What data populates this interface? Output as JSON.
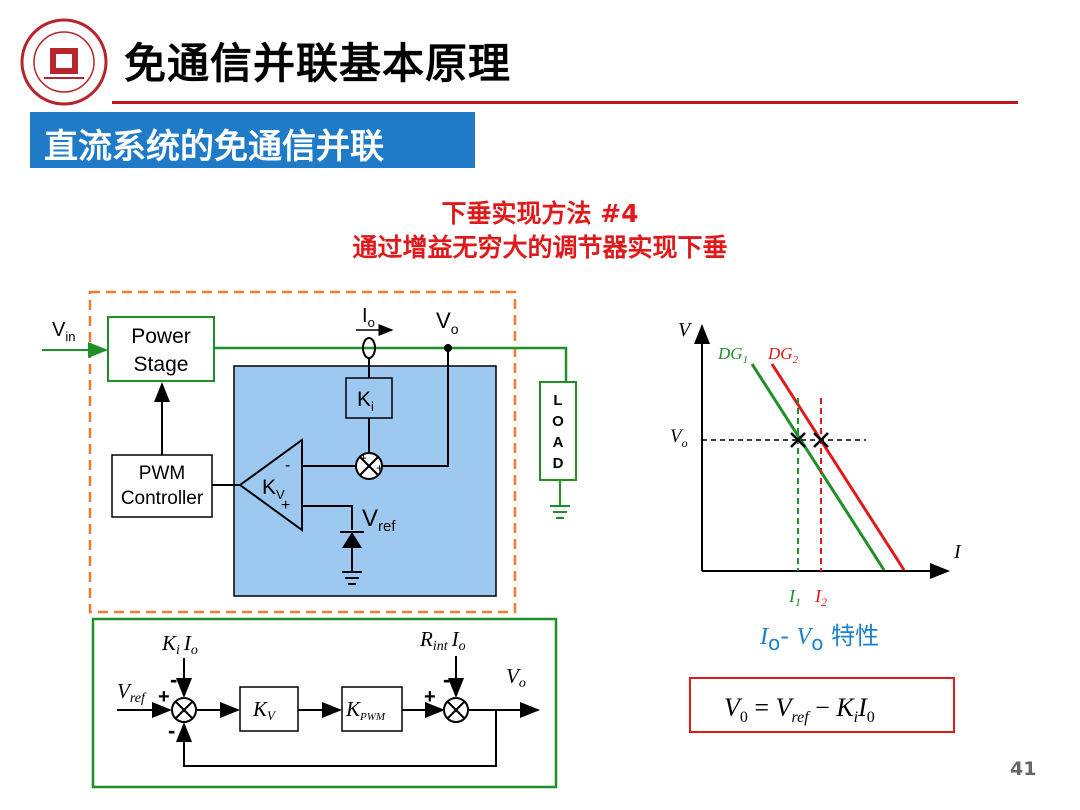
{
  "header": {
    "title": "免通信并联基本原理",
    "section": "直流系统的免通信并联"
  },
  "headline": {
    "line1": "下垂实现方法 #4",
    "line2": "通过增益无穷大的调节器实现下垂"
  },
  "colors": {
    "accent_red": "#e0191b",
    "banner_blue": "#1f7ac8",
    "control_fill": "#9dc8ef",
    "green": "#1f8f2a",
    "dashed_orange": "#ed7d31"
  },
  "circuit": {
    "vin": "V",
    "vin_sub": "in",
    "io": "I",
    "io_sub": "o",
    "vo": "V",
    "vo_sub": "o",
    "power_stage": [
      "Power",
      "Stage"
    ],
    "pwm_controller": [
      "PWM",
      "Controller"
    ],
    "ki": "K",
    "ki_sub": "i",
    "kv": "K",
    "kv_sub": "V",
    "vref": "V",
    "vref_sub": "ref",
    "load": [
      "L",
      "O",
      "A",
      "D"
    ],
    "minus": "-",
    "plus": "+"
  },
  "block_diagram": {
    "ki_io": "K",
    "ki_io_sub": "i",
    "ki_io_i": "I",
    "ki_io_isub": "o",
    "rint_io": "R",
    "rint_sub": "int",
    "rint_i": "I",
    "rint_isub": "o",
    "vref": "V",
    "vref_sub": "ref",
    "vo": "V",
    "vo_sub": "o",
    "kv": "K",
    "kv_sub": "V",
    "kpwm": "K",
    "kpwm_sub": "PWM"
  },
  "graph": {
    "y_axis": "V",
    "x_axis": "I",
    "dg1": "DG",
    "dg1_sub": "1",
    "dg2": "DG",
    "dg2_sub": "2",
    "vo": "V",
    "vo_sub": "o",
    "i1": "I",
    "i1_sub": "1",
    "i2": "I",
    "i2_sub": "2"
  },
  "caption": {
    "io": "I",
    "io_sub": "o",
    "dash": "- ",
    "vo": "V",
    "vo_sub": "o",
    "text": " 特性"
  },
  "formula": "V0 = Vref − Ki I0",
  "page_number": "41"
}
